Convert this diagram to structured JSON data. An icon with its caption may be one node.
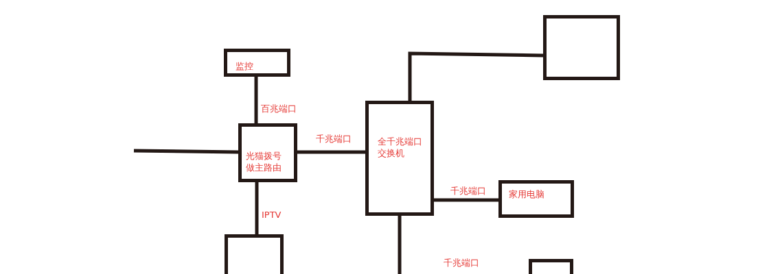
{
  "diagram": {
    "nodes": [
      {
        "text": [
          "监控"
        ]
      },
      {
        "text": [
          "光猫拨号做主路由"
        ]
      },
      {
        "text": [
          "全千兆端口交换机"
        ]
      },
      {
        "text": [],
        "shape": "box"
      },
      {
        "text": [
          "家用电脑"
        ]
      },
      {
        "text": [],
        "shape": "box"
      },
      {
        "text": [],
        "shape": "box"
      }
    ],
    "edges": [
      {
        "from": null,
        "to": 1,
        "arrow": "none"
      },
      {
        "from": 0,
        "to": 1,
        "arrow": "none",
        "label": "百兆端口"
      },
      {
        "from": 1,
        "to": 2,
        "arrow": "none",
        "label": "千兆端口"
      },
      {
        "from": 2,
        "to": 3,
        "arrow": "none"
      },
      {
        "from": 2,
        "to": 4,
        "arrow": "none",
        "label": "千兆端口"
      },
      {
        "from": 1,
        "to": 5,
        "arrow": "none",
        "label": "IPTV"
      },
      {
        "from": 2,
        "to": null,
        "arrow": "none"
      }
    ],
    "labels": [
      "千兆端口"
    ]
  }
}
